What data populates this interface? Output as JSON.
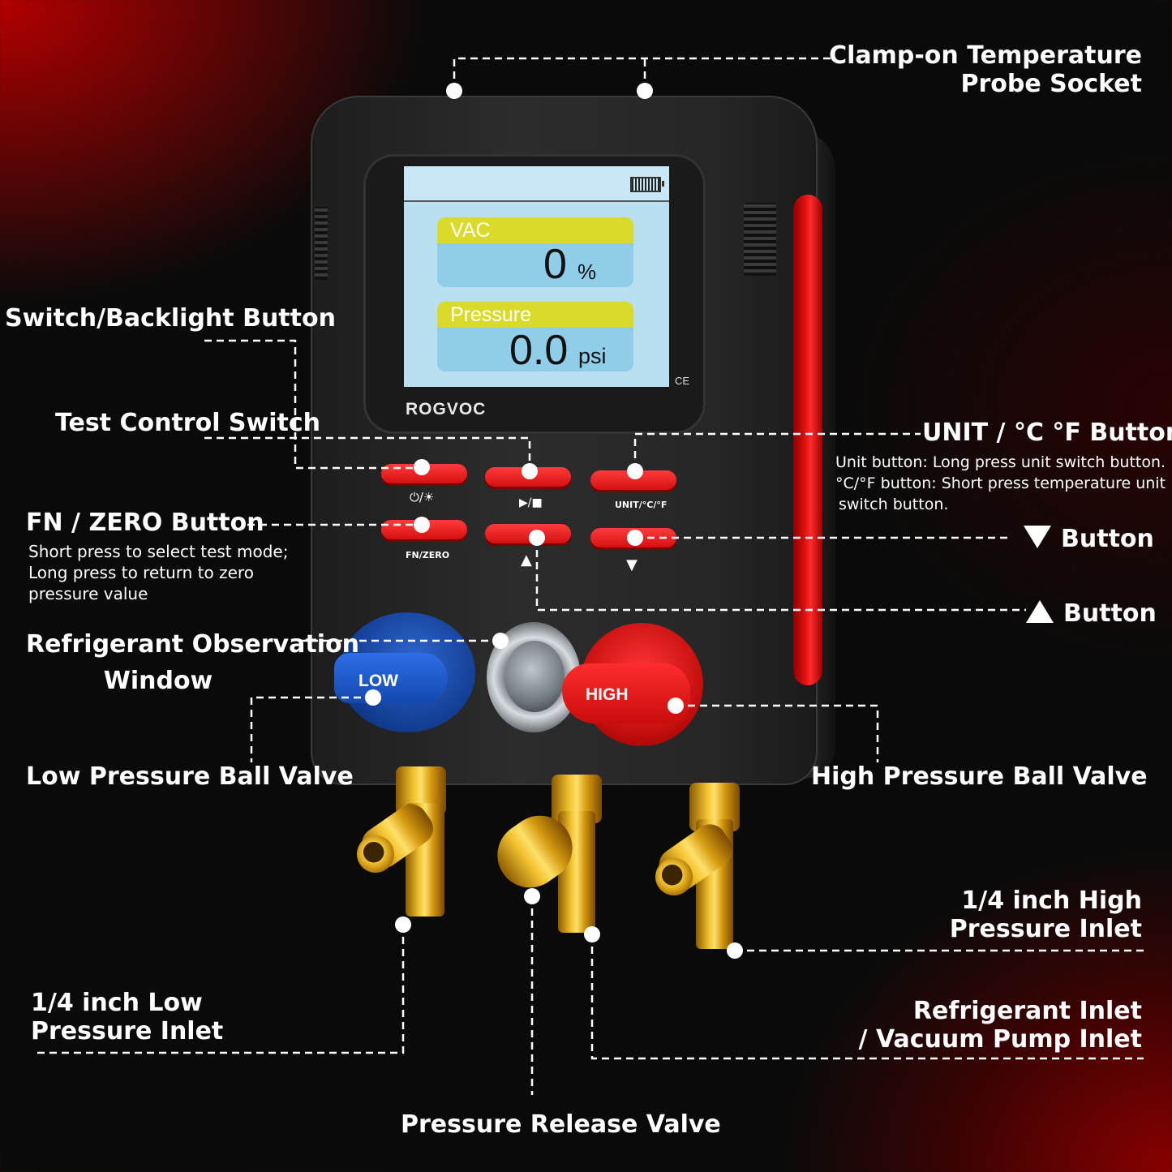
{
  "device": {
    "brand": "ROGVOC",
    "ce_mark": "CE",
    "screen": {
      "vac_label": "VAC",
      "vac_value": "0",
      "vac_unit": "%",
      "pressure_label": "Pressure",
      "pressure_value": "0.0",
      "pressure_unit": "psi"
    },
    "buttons": {
      "power_icon_label": "⏻/☀",
      "test_icon_label": "▶/■",
      "unit_icon_label": "UNIT/°C/°F",
      "fn_icon_label": "FN/ZERO",
      "up_icon": "▲",
      "down_icon": "▼"
    },
    "low_knob": "LOW",
    "high_knob": "HIGH"
  },
  "callouts": {
    "clamp_socket": [
      "Clamp-on Temperature",
      "Probe Socket"
    ],
    "switch_backlight": "Switch/Backlight Button",
    "test_control": "Test Control Switch",
    "unit_button": "UNIT / °C °F Button",
    "unit_desc": [
      "Unit button: Long press unit switch button.",
      "°C/°F button: Short press temperature unit",
      "switch button."
    ],
    "fn_zero": "FN / ZERO  Button",
    "fn_desc": [
      "Short press to select test mode;",
      "Long press to return to zero",
      "pressure value"
    ],
    "down_button": "Button",
    "up_button": "Button",
    "observation_window": [
      "Refrigerant Observation",
      "Window"
    ],
    "low_valve": "Low Pressure Ball Valve",
    "high_valve": "High Pressure Ball Valve",
    "high_inlet": [
      "1/4 inch High",
      "Pressure Inlet"
    ],
    "low_inlet": [
      "1/4 inch Low",
      "Pressure Inlet"
    ],
    "refrigerant_inlet": [
      "Refrigerant Inlet",
      "/ Vacuum Pump Inlet"
    ],
    "release_valve": "Pressure Release Valve"
  },
  "colors": {
    "accent_red": "#e01010",
    "low_blue": "#1448b0",
    "screen_bg": "#b9dff0",
    "panel_yellow": "#dada2a"
  }
}
